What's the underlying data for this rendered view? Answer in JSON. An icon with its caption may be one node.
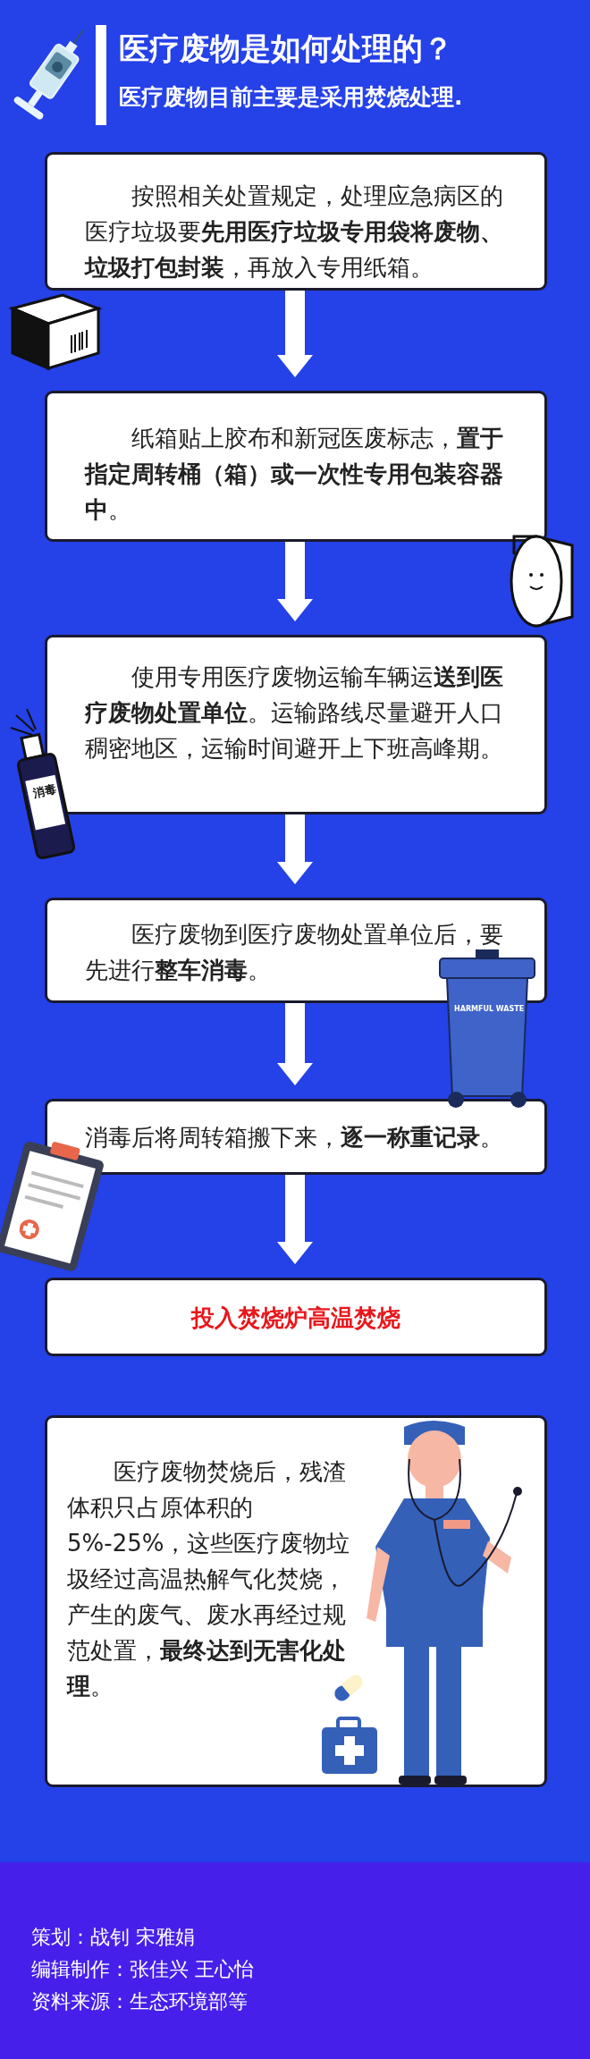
{
  "diagram": {
    "title": "医疗废物是如何处理的？",
    "caption": "医疗废物目前主要是采用焚烧处理.",
    "nodes": [
      {
        "text": [
          "按照相关处置规定，处理应急病区的医疗垃圾要**先用医疗垃圾专用袋将废物、垃圾打包封装**，再放入专用纸箱。"
        ]
      },
      {
        "text": [
          "纸箱贴上胶布和新冠医废标志，**置于指定周转桶（箱）或一次性专用包装容器中**。"
        ]
      },
      {
        "text": [
          "使用专用医疗废物运输车辆运**送到医疗废物处置单位**。运输路线尽量避开人口稠密地区，运输时间避开上下班高峰期。"
        ]
      },
      {
        "text": [
          "医疗废物到医疗废物处置单位后，要先进行**整车消毒**。"
        ]
      },
      {
        "text": [
          "消毒后将周转箱搬下来，**逐一称重记录**。"
        ]
      },
      {
        "text": [
          "投入焚烧炉高温焚烧"
        ]
      },
      {
        "text": [
          "医疗废物焚烧后，残渣体积只占原体积的5%-25%，这些医疗废物垃圾经过高温热解气化焚烧，产生的废气、废水再经过规范处置，**最终达到无害化处理**。"
        ]
      }
    ],
    "edges": [
      {
        "from": 0,
        "to": 1,
        "arrow": "to"
      },
      {
        "from": 1,
        "to": 2,
        "arrow": "to"
      },
      {
        "from": 2,
        "to": 3,
        "arrow": "to"
      },
      {
        "from": 3,
        "to": 4,
        "arrow": "to"
      },
      {
        "from": 4,
        "to": 5,
        "arrow": "to"
      }
    ],
    "labels": [
      "消毒",
      "HARMFUL WASTE",
      "策划：战钊 宋雅娟",
      "编辑制作：张佳兴 王心怡",
      "资料来源：生态环境部等"
    ]
  }
}
